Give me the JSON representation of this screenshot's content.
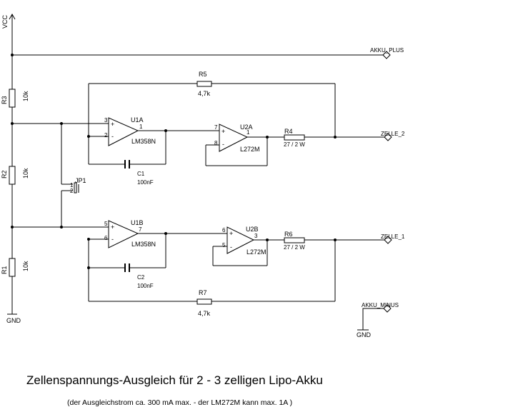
{
  "nets": {
    "vcc": "VCC",
    "gnd_left": "GND",
    "gnd_right": "GND",
    "akku_plus": "AKKU_PLUS",
    "akku_minus": "AKKU_MINUS",
    "zelle_2": "ZELLE_2",
    "zelle_1": "ZELLE_1"
  },
  "components": {
    "r1": {
      "ref": "R1",
      "value": "10k"
    },
    "r2": {
      "ref": "R2",
      "value": "10k"
    },
    "r3": {
      "ref": "R3",
      "value": "10k"
    },
    "r4": {
      "ref": "R4",
      "value": "27 / 2 W"
    },
    "r5": {
      "ref": "R5",
      "value": "4,7k"
    },
    "r6": {
      "ref": "R6",
      "value": "27 / 2 W"
    },
    "r7": {
      "ref": "R7",
      "value": "4,7k"
    },
    "c1": {
      "ref": "C1",
      "value": "100nF"
    },
    "c2": {
      "ref": "C2",
      "value": "100nF"
    },
    "jp1": {
      "ref": "JP1",
      "pin1": "1",
      "pin2": "2"
    },
    "u1a": {
      "ref": "U1A",
      "part": "LM358N",
      "pin_plus": "3",
      "pin_minus": "2",
      "pin_out": "1",
      "plus": "+",
      "minus": "-"
    },
    "u1b": {
      "ref": "U1B",
      "part": "LM358N",
      "pin_plus": "5",
      "pin_minus": "6",
      "pin_out": "7",
      "plus": "+",
      "minus": "-"
    },
    "u2a": {
      "ref": "U2A",
      "part": "L272M",
      "pin_plus": "7",
      "pin_minus": "8",
      "pin_out": "1",
      "plus": "+",
      "minus": "-"
    },
    "u2b": {
      "ref": "U2B",
      "part": "L272M",
      "pin_plus": "6",
      "pin_minus": "5",
      "pin_out": "3",
      "plus": "+",
      "minus": "-"
    }
  },
  "caption": {
    "title": "Zellenspannungs-Ausgleich für 2 - 3 zelligen Lipo-Akku",
    "note": "(der Ausgleichstrom ca. 300 mA max. -  der LM272M kann max. 1A )"
  }
}
